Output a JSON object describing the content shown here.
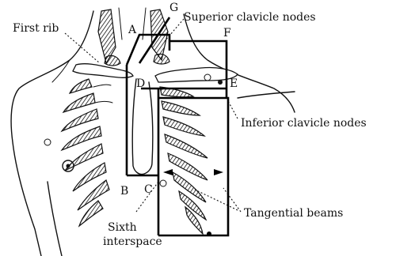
{
  "labels": {
    "first_rib": "First rib",
    "superior_clavicle_nodes": "Superior clavicle nodes",
    "inferior_clavicle_nodes": "Inferior clavicle nodes",
    "tangential_beams": "Tangential beams",
    "sixth_interspace_line1": "Sixth",
    "sixth_interspace_line2": "interspace"
  },
  "points": {
    "A": "A",
    "B": "B",
    "C": "C",
    "D": "D",
    "E": "E",
    "F": "F",
    "G": "G"
  }
}
